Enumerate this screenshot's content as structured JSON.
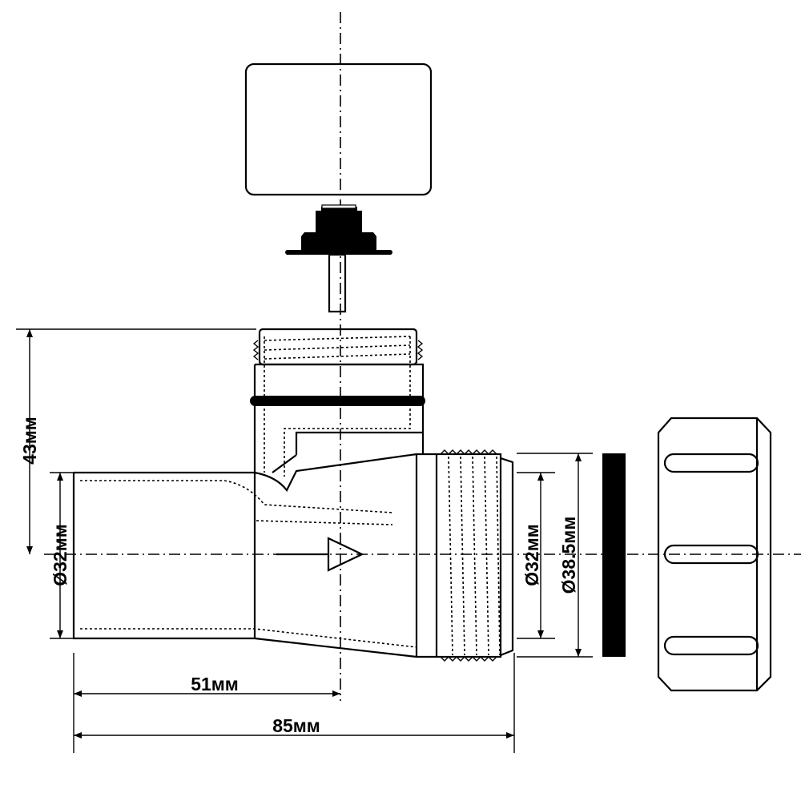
{
  "dimensions": {
    "height": "43мм",
    "inlet_diameter": "Ø32мм",
    "center_offset": "51мм",
    "total_length": "85мм",
    "outlet_inner_diameter": "Ø32мм",
    "outlet_outer_diameter": "Ø38.5мм"
  }
}
